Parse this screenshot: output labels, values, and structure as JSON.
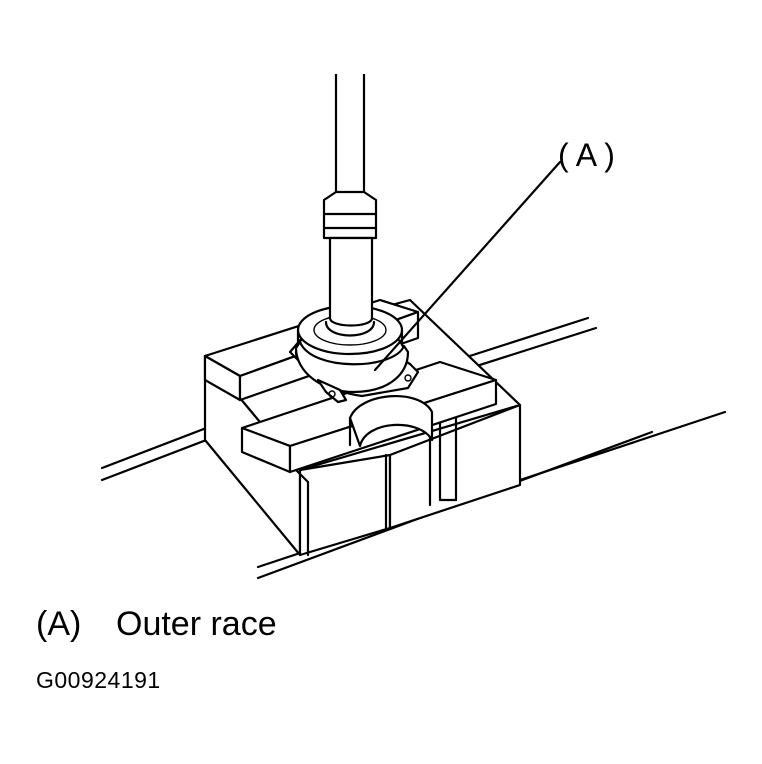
{
  "figure": {
    "callout_label": "( A )"
  },
  "legend": {
    "items": [
      {
        "key": "(A)",
        "label": "Outer race"
      }
    ]
  },
  "figure_id": "G00924191"
}
